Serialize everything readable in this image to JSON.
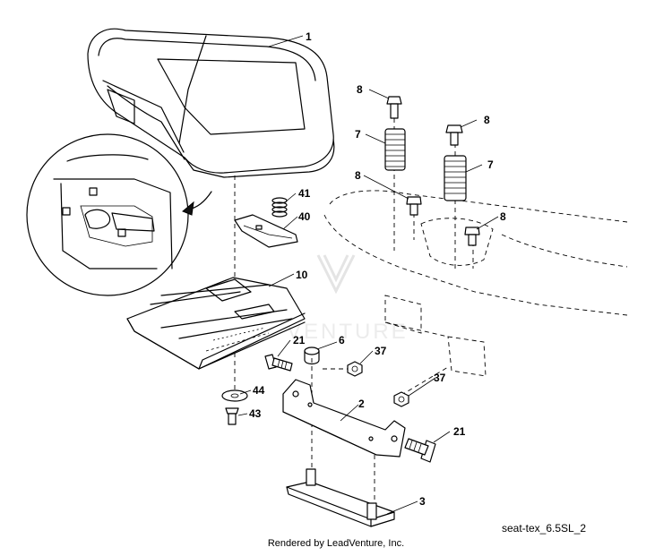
{
  "diagram": {
    "callouts": {
      "seat": "1",
      "seat_bracket": "2",
      "mount_plate": "3",
      "spring_upper": "7",
      "spring_lower": "7",
      "bolt_top_left": "8",
      "bolt_top_right": "8",
      "bolt_mid_left": "8",
      "bolt_mid_right": "8",
      "seat_pan": "10",
      "spring_small": "41",
      "seat_latch": "40",
      "bushing": "6",
      "bolt_left": "21",
      "bolt_right": "21",
      "nut_upper": "37",
      "nut_lower": "37",
      "washer": "44",
      "screw": "43"
    },
    "diagram_id": "seat-tex_6.5SL_2",
    "footer": "Rendered by LeadVenture, Inc."
  }
}
